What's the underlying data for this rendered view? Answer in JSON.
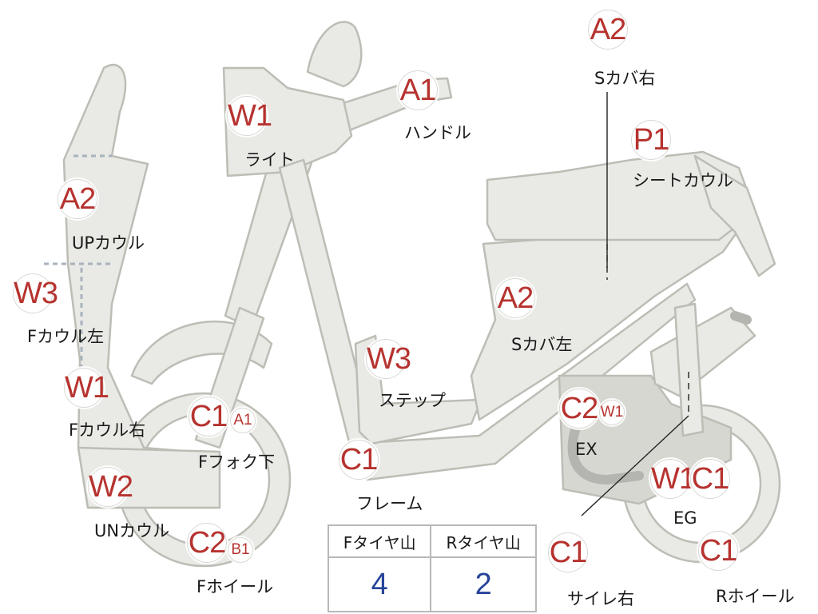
{
  "parts": [
    {
      "id": "light",
      "grade": "W1",
      "label": "ライト"
    },
    {
      "id": "handle",
      "grade": "A1",
      "label": "ハンドル"
    },
    {
      "id": "side-cover-right",
      "grade": "A2",
      "label": "Sカバ右"
    },
    {
      "id": "seat-cowl",
      "grade": "P1",
      "label": "シートカウル"
    },
    {
      "id": "upper-cowl",
      "grade": "A2",
      "label": "UPカウル"
    },
    {
      "id": "front-cowl-left",
      "grade": "W3",
      "label": "Fカウル左"
    },
    {
      "id": "side-cover-left",
      "grade": "A2",
      "label": "Sカバ左"
    },
    {
      "id": "step",
      "grade": "W3",
      "label": "ステップ"
    },
    {
      "id": "front-cowl-right",
      "grade": "W1",
      "label": "Fカウル右"
    },
    {
      "id": "front-fork-lower",
      "grade": "C1",
      "extra_grade": "A1",
      "label": "Fフォク下"
    },
    {
      "id": "exhaust",
      "grade": "C2",
      "extra_grade": "W1",
      "label": "EX"
    },
    {
      "id": "frame",
      "grade": "C1",
      "label": "フレーム"
    },
    {
      "id": "under-cowl",
      "grade": "W2",
      "label": "UNカウル"
    },
    {
      "id": "engine",
      "grade": "W1",
      "extra_grade": "C1",
      "label": "EG"
    },
    {
      "id": "front-wheel",
      "grade": "C2",
      "extra_grade": "B1",
      "label": "Fホイール"
    },
    {
      "id": "silencer-right",
      "grade": "C1",
      "label": "サイレ右"
    },
    {
      "id": "rear-wheel",
      "grade": "C1",
      "label": "Rホイール"
    }
  ],
  "tire_table": {
    "headers": [
      "Fタイヤ山",
      "Rタイヤ山"
    ],
    "values": [
      "4",
      "2"
    ]
  },
  "colors": {
    "grade_text": "#b6332f",
    "tire_value_text": "#27449a",
    "part_fill": "#e9e9e5",
    "part_outline": "#bdbdb6"
  }
}
